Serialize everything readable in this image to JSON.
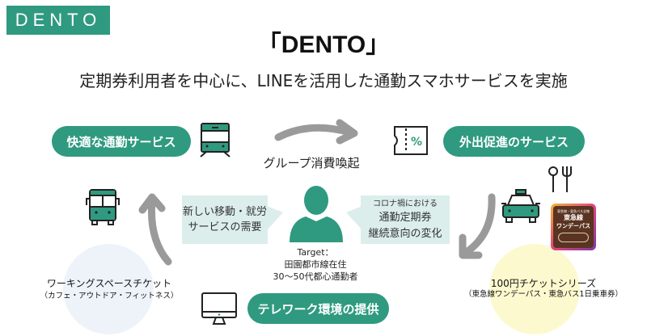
{
  "logo": {
    "text": "DENTO"
  },
  "header": {
    "title": "「DENTO」",
    "subtitle": "定期券利用者を中心に、LINEを活用した通勤スマホサービスを実施"
  },
  "services": {
    "comfortable_commute": "快適な通勤サービス",
    "outing_promotion": "外出促進のサービス",
    "telework": "テレワーク環境の提供"
  },
  "group_consumption": "グループ消費喚起",
  "bubbles": {
    "left": [
      "新しい移動・就労",
      "サービスの需要"
    ],
    "right_small": "コロナ禍における",
    "right": [
      "通勤定期券",
      "継続意向の変化"
    ]
  },
  "target": {
    "label": "Target：",
    "line1": "田園都市線在住",
    "line2": "30〜50代都心通勤者"
  },
  "workspace": {
    "title": "ワーキングスペースチケット",
    "subtitle": "（カフェ・アウトドア・フィットネス）"
  },
  "tickets": {
    "title": "100円チケットシリーズ",
    "subtitle": "（東急線ワンデーパス・東急バス1日乗車券）"
  },
  "pass_card": {
    "top": "東急線・東急バス全線",
    "line1": "東急線",
    "line2": "ワンデーパス"
  },
  "colors": {
    "accent": "#2f9a80",
    "bubble": "#dbeeeb",
    "arrow": "#9a9a9a",
    "blue_circle": "#eef3fa",
    "yellow_circle": "#fdf9cf"
  },
  "icons": {
    "train": "train-icon",
    "bus": "bus-icon",
    "coupon": "coupon-icon",
    "taxi": "taxi-icon",
    "cutlery": "cutlery-icon",
    "monitor": "monitor-icon",
    "person": "person-icon"
  }
}
